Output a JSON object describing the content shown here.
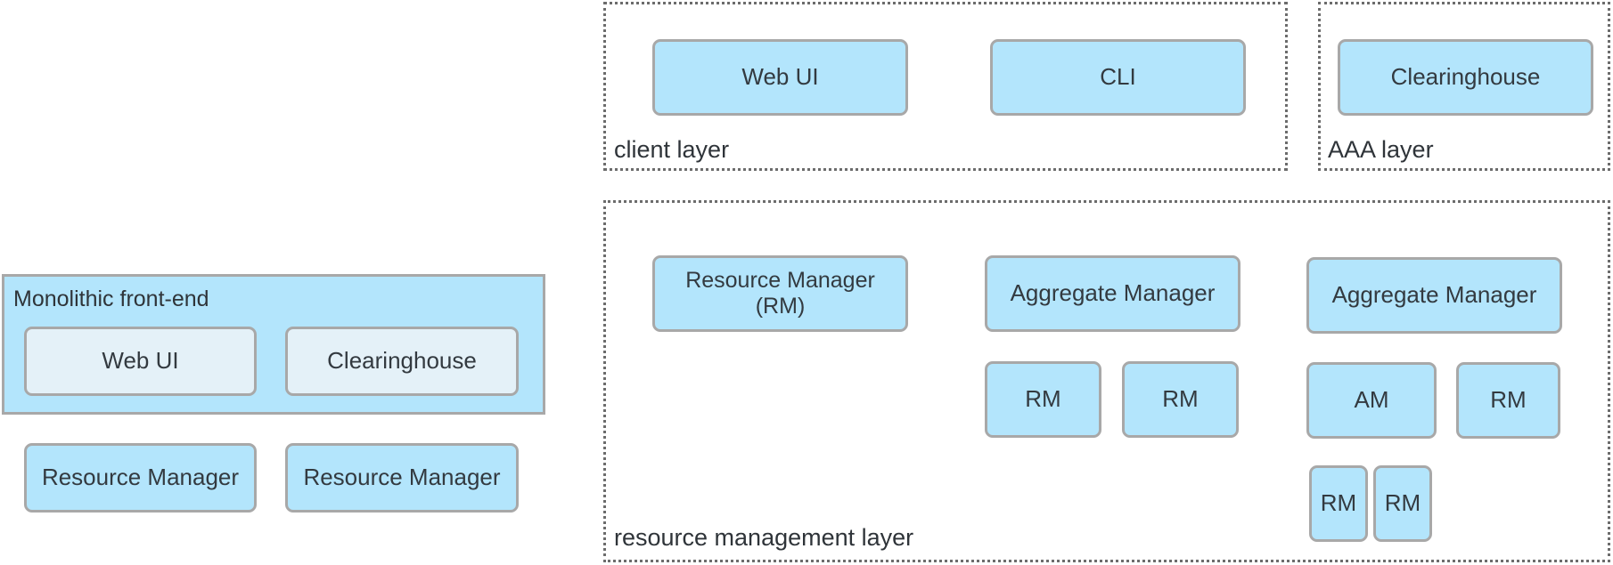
{
  "monolithic": {
    "title": "Monolithic front-end",
    "web_ui": "Web UI",
    "clearinghouse": "Clearinghouse",
    "resource_manager_left": "Resource Manager",
    "resource_manager_right": "Resource Manager"
  },
  "client_layer": {
    "label": "client layer",
    "web_ui": "Web UI",
    "cli": "CLI"
  },
  "aaa_layer": {
    "label": "AAA layer",
    "clearinghouse": "Clearinghouse"
  },
  "resource_management_layer": {
    "label": "resource management layer",
    "resource_manager_line1": "Resource Manager",
    "resource_manager_line2": "(RM)",
    "aggregate_manager_1": "Aggregate Manager",
    "aggregate_manager_2": "Aggregate Manager",
    "rm_1": "RM",
    "rm_2": "RM",
    "am": "AM",
    "rm_3": "RM",
    "rm_4": "RM",
    "rm_5": "RM"
  }
}
